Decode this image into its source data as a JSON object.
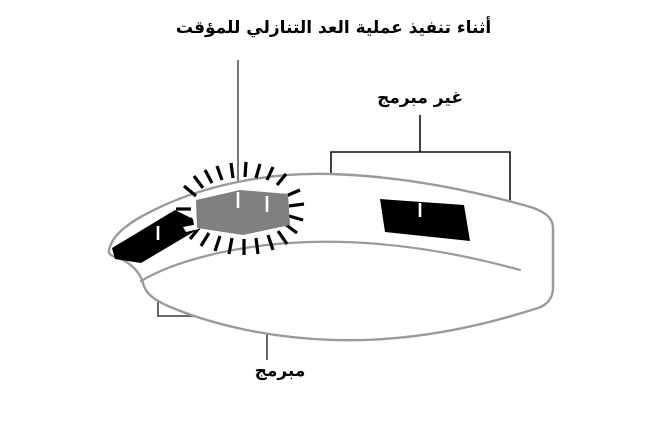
{
  "diagram": {
    "title_caption": "أثناء تنفيذ عملية العد التنازلي للمؤقت",
    "unprogrammed_label": "غير مبرمج",
    "programmed_label": "مبرمج",
    "colors": {
      "background": "#ffffff",
      "band_outline": "#9a9a9a",
      "segment_programmed": "#000000",
      "segment_flashing": "#808080",
      "flash_rays": "#000000",
      "leader_line": "#555555",
      "text": "#000000"
    },
    "elements": {
      "band_name": "curved-timer-band",
      "left_black_segment": "programmed-segment-left",
      "gray_segment": "flashing-countdown-segment",
      "right_black_segment": "programmed-segment-right",
      "flash_rays_count": 22
    }
  }
}
